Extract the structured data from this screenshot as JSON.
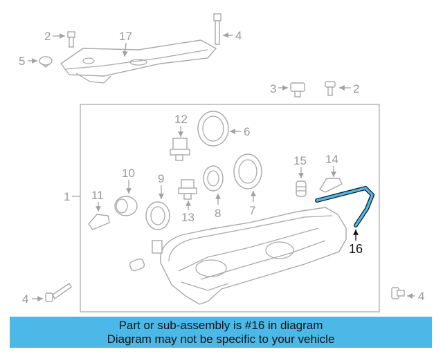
{
  "labels": {
    "p1": "1",
    "p2a": "2",
    "p2b": "2",
    "p3": "3",
    "p4a": "4",
    "p4b": "4",
    "p4c": "4",
    "p5": "5",
    "p6": "6",
    "p7": "7",
    "p8": "8",
    "p9": "9",
    "p10": "10",
    "p11": "11",
    "p12": "12",
    "p13": "13",
    "p14": "14",
    "p15": "15",
    "p16": "16",
    "p17": "17"
  },
  "highlight": {
    "part": "16",
    "color": "#4cb8e8"
  },
  "banner": {
    "line1": "Part or sub-assembly is #16 in diagram",
    "line2": "Diagram may not be specific to your vehicle",
    "color": "#4cb8e8"
  }
}
